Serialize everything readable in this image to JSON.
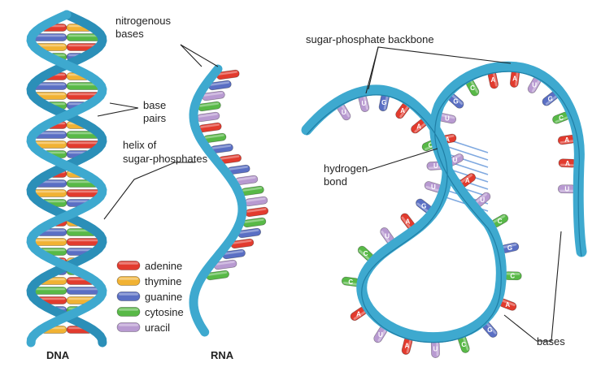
{
  "labels": {
    "nitrogenous_bases": [
      "nitrogenous",
      "bases"
    ],
    "base_pairs": [
      "base",
      "pairs"
    ],
    "helix": [
      "helix of",
      "sugar-phosphates"
    ],
    "backbone": "sugar-phosphate backbone",
    "hydrogen_bond": [
      "hydrogen",
      "bond"
    ],
    "bases": "bases",
    "dna": "DNA",
    "rna": "RNA"
  },
  "legend": [
    {
      "name": "adenine",
      "color": "#e23b2e"
    },
    {
      "name": "thymine",
      "color": "#f1b233"
    },
    {
      "name": "guanine",
      "color": "#5a6fc4"
    },
    {
      "name": "cytosine",
      "color": "#58b947"
    },
    {
      "name": "uracil",
      "color": "#b89ad1"
    }
  ],
  "colors": {
    "backbone": "#3ea9cf",
    "backbone_dark": "#1f7fa6",
    "adenine": "#e23b2e",
    "thymine": "#f1b233",
    "guanine": "#5a6fc4",
    "cytosine": "#58b947",
    "uracil": "#b89ad1",
    "hbond": "#7fa9e0"
  },
  "folded_rna_letters": [
    "U",
    "U",
    "G",
    "A",
    "A",
    "C",
    "U",
    "U",
    "G",
    "A",
    "U",
    "C",
    "C",
    "A",
    "U",
    "A",
    "U",
    "C",
    "G",
    "A",
    "C",
    "G",
    "C",
    "U",
    "A",
    "U",
    "A",
    "U",
    "G",
    "C",
    "A",
    "A",
    "U",
    "G",
    "C",
    "A",
    "A",
    "U"
  ]
}
